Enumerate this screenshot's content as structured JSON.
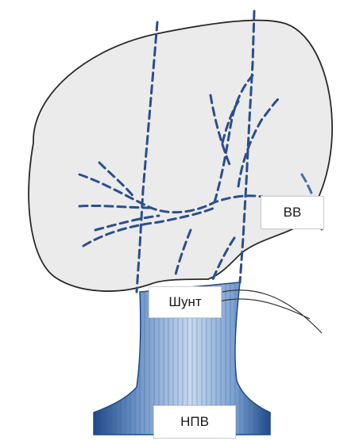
{
  "labels": {
    "hepatic_veins": "ВВ",
    "shunt": "Шунт",
    "ivc": "НПВ"
  },
  "colors": {
    "liver_fill": "#ebebeb",
    "liver_outline": "#2a2a2a",
    "vein_blue": "#2a4f8c",
    "vein_light": "#5b86c0",
    "ivc_dark": "#1f4a86"
  }
}
